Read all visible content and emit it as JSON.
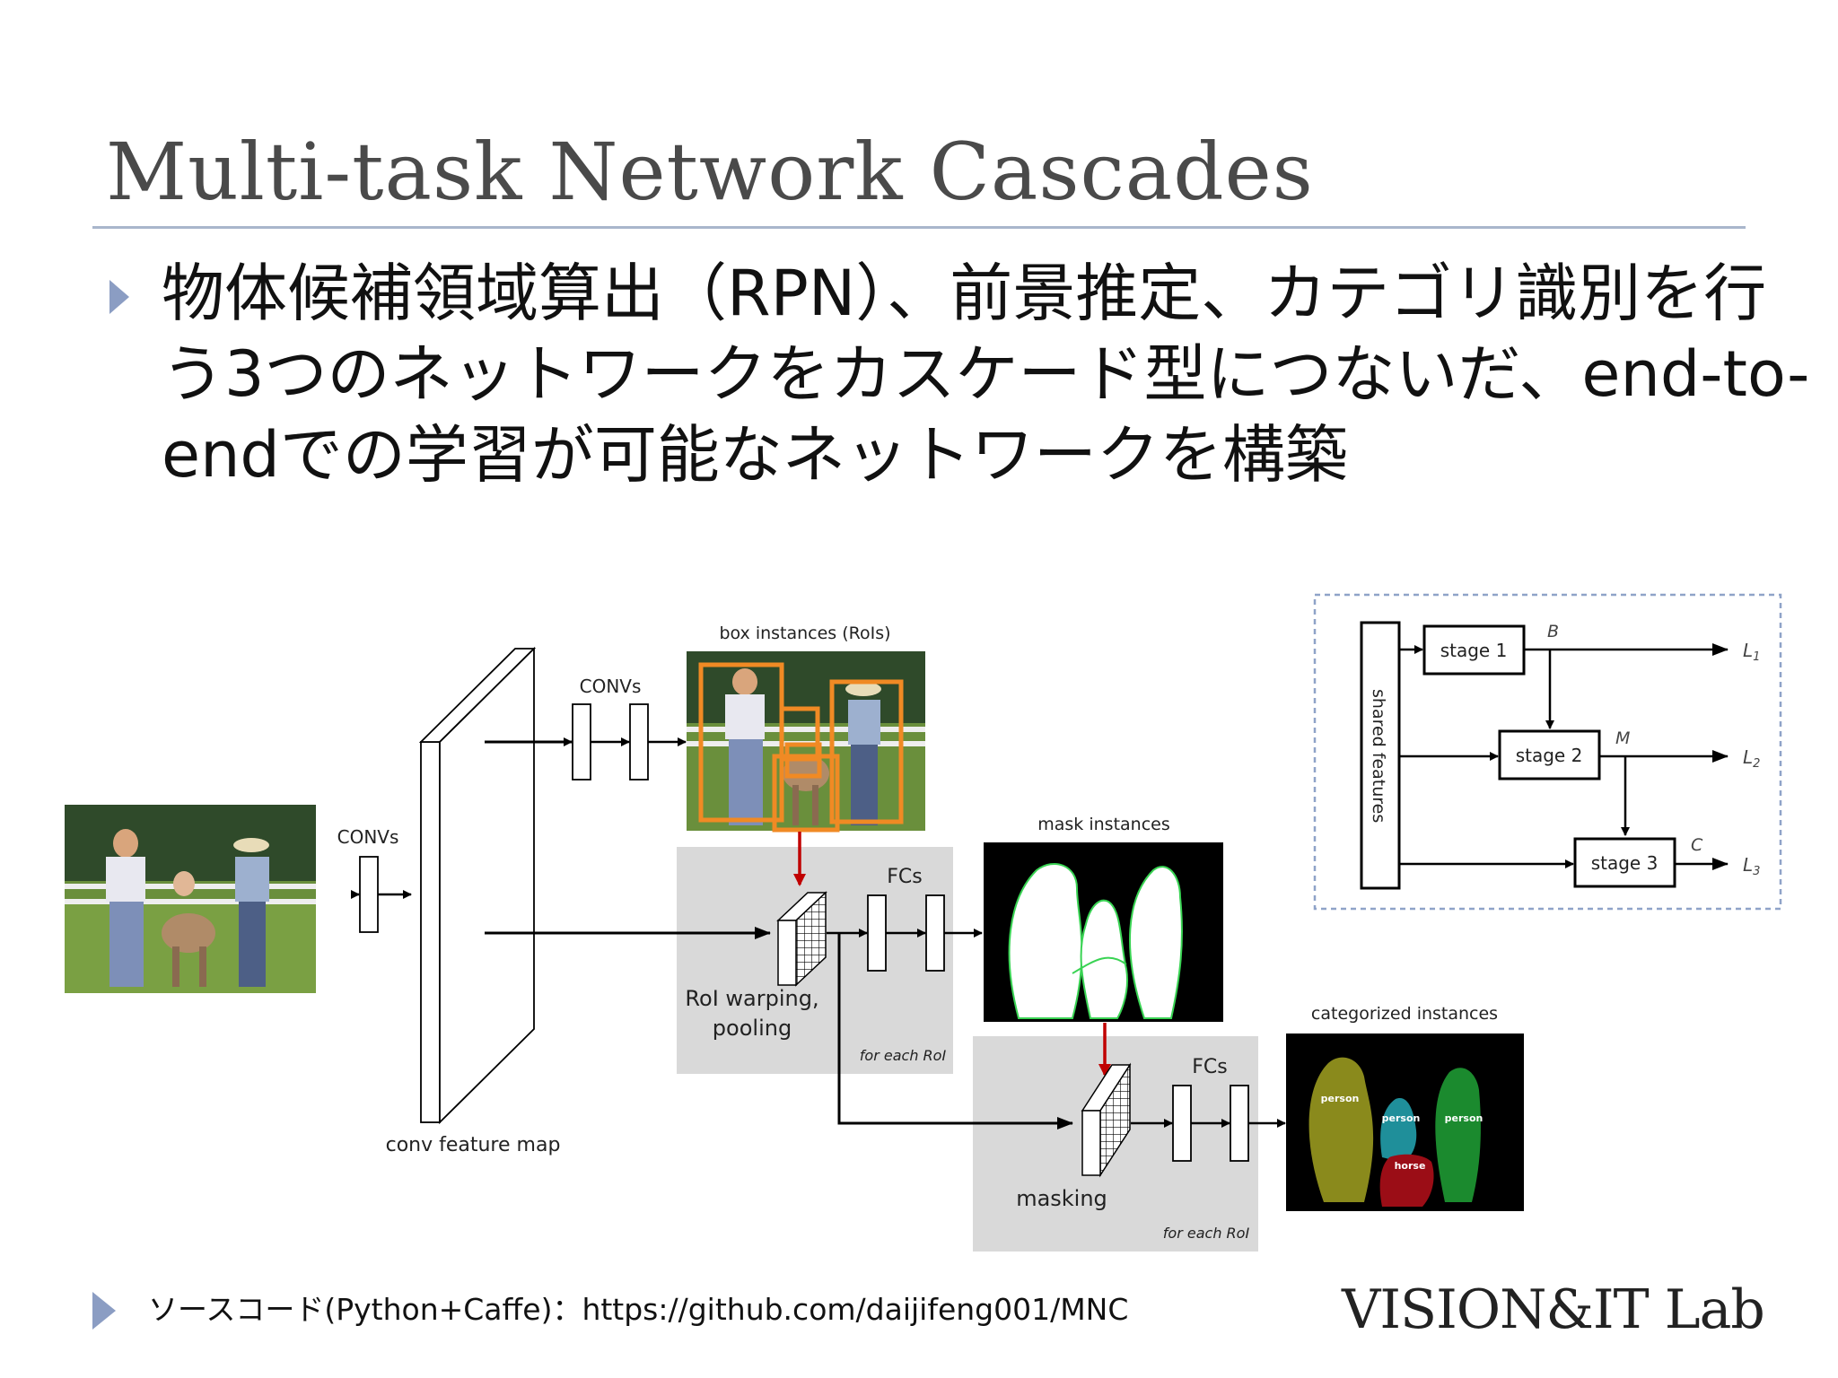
{
  "slide": {
    "title": "Multi-task Network Cascades",
    "bullet_lines": [
      "物体候補領域算出（RPN）、前景推定、カテゴリ識別を行",
      "う3つのネットワークをカスケード型につないだ、end-to-",
      "endでの学習が可能なネットワークを構築"
    ],
    "source_text": "ソースコード(Python+Caffe)：https://github.com/daijifeng001/MNC",
    "logo_text": "VISION&IT Lab"
  },
  "diagram": {
    "left_convs_label": "CONVs",
    "conv_feature_map_label": "conv feature map",
    "top_convs_label": "CONVs",
    "box_instances_label": "box instances (RoIs)",
    "fcs_label_1": "FCs",
    "roi_warping_label_1": "RoI warping,",
    "roi_warping_label_2": "pooling",
    "for_each_roi_1": "for each RoI",
    "mask_instances_label": "mask instances",
    "categorized_instances_label": "categorized instances",
    "fcs_label_2": "FCs",
    "masking_label": "masking",
    "for_each_roi_2": "for each RoI",
    "instance_labels": [
      "person",
      "person",
      "person",
      "horse"
    ],
    "inset": {
      "shared_features": "shared features",
      "stage1": "stage 1",
      "stage2": "stage 2",
      "stage3": "stage 3",
      "B": "B",
      "M": "M",
      "C": "C",
      "L1": "L",
      "L1_sub": "1",
      "L2": "L",
      "L2_sub": "2",
      "L3": "L",
      "L3_sub": "3"
    }
  },
  "colors": {
    "title": "#4a4a4a",
    "rule": "#a9b6cc",
    "bullet": "#8b9dc3",
    "roi_box": "#f08a24",
    "red_arrow": "#c00000",
    "panel_gray": "#d9d9d9",
    "mask_green": "#39d353",
    "olive": "#8a8a1c",
    "teal": "#1f8f9a",
    "dark_red": "#9b0d16",
    "green": "#1b8a2e"
  }
}
